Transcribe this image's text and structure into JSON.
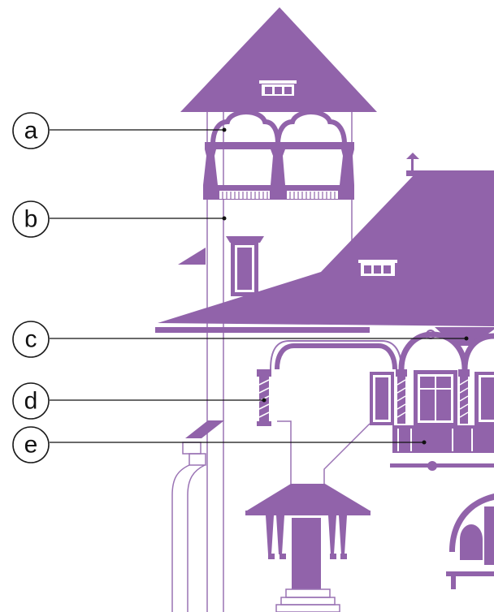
{
  "colors": {
    "building": "#9163aa",
    "outline": "#9a73b4",
    "callout_line": "#111111",
    "background": "#ffffff"
  },
  "callouts": [
    {
      "id": "a",
      "letter": "a"
    },
    {
      "id": "b",
      "letter": "b"
    },
    {
      "id": "c",
      "letter": "c"
    },
    {
      "id": "d",
      "letter": "d"
    },
    {
      "id": "e",
      "letter": "e"
    }
  ]
}
